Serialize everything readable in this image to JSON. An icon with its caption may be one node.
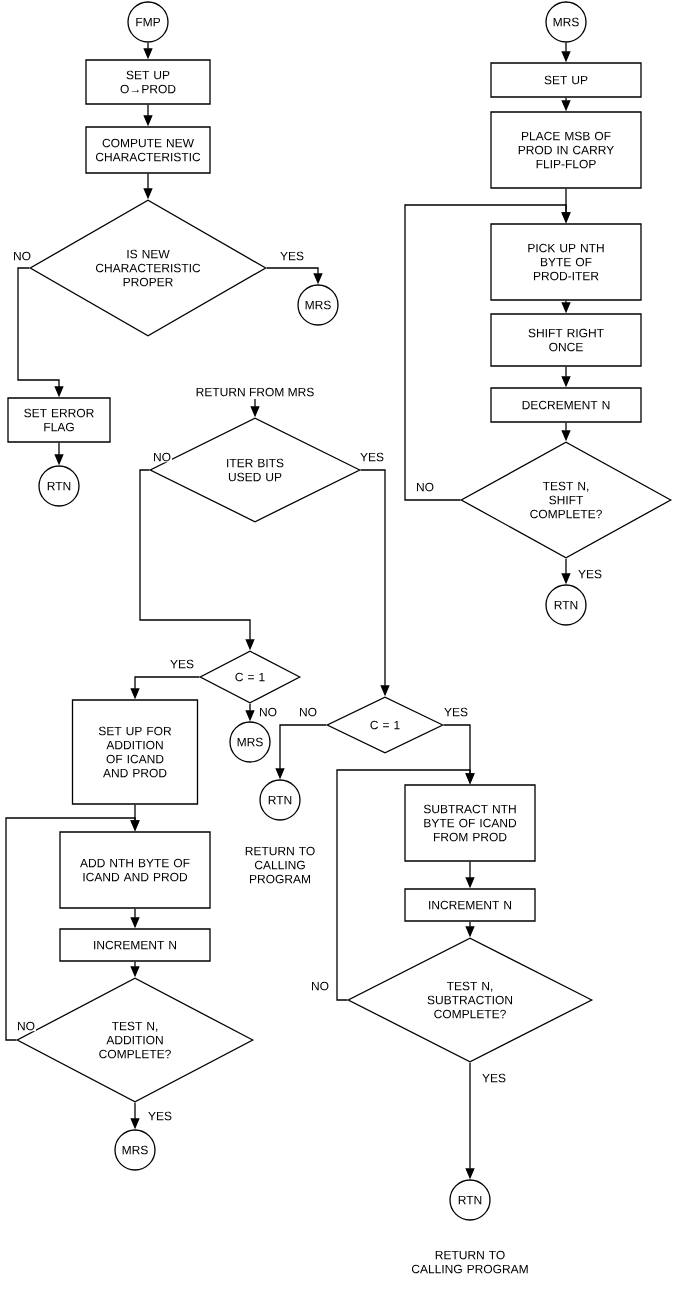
{
  "diagram": {
    "nodes": [
      {
        "text": [
          "FMP"
        ]
      },
      {
        "text": [
          "SET UP O→PROD"
        ]
      },
      {
        "text": [
          "COMPUTE NEW CHARACTERISTIC"
        ]
      },
      {
        "text": [
          "IS NEW CHARACTERISTIC PROPER"
        ]
      },
      {
        "text": [
          "MRS"
        ]
      },
      {
        "text": [
          "SET ERROR FLAG"
        ]
      },
      {
        "text": [
          "RTN"
        ]
      },
      {
        "text": [
          "RETURN FROM MRS"
        ]
      },
      {
        "text": [
          "ITER BITS USED UP"
        ]
      },
      {
        "text": [
          "C = 1"
        ]
      },
      {
        "text": [
          "MRS"
        ]
      },
      {
        "text": [
          "SET UP FOR ADDITION OF ICAND AND PROD"
        ]
      },
      {
        "text": [
          "ADD NTH BYTE OF ICAND AND PROD"
        ]
      },
      {
        "text": [
          "INCREMENT N"
        ]
      },
      {
        "text": [
          "TEST N, ADDITION COMPLETE?"
        ]
      },
      {
        "text": [
          "MRS"
        ]
      },
      {
        "text": [
          "C = 1"
        ]
      },
      {
        "text": [
          "RTN"
        ],
        "beside": [
          "RETURN TO CALLING PROGRAM"
        ]
      },
      {
        "text": [
          "SUBTRACT NTH BYTE OF ICAND FROM PROD"
        ]
      },
      {
        "text": [
          "INCREMENT N"
        ]
      },
      {
        "text": [
          "TEST N, SUBTRACTION COMPLETE?"
        ]
      },
      {
        "text": [
          "RTN"
        ],
        "beside": [
          "RETURN TO CALLING PROGRAM"
        ]
      },
      {
        "text": [
          "MRS"
        ]
      },
      {
        "text": [
          "SET UP"
        ]
      },
      {
        "text": [
          "PLACE MSB OF PROD IN CARRY FLIP-FLOP"
        ]
      },
      {
        "text": [
          "PICK UP NTH BYTE OF PROD-ITER"
        ]
      },
      {
        "text": [
          "SHIFT RIGHT ONCE"
        ]
      },
      {
        "text": [
          "DECREMENT N"
        ]
      },
      {
        "text": [
          "TEST N, SHIFT COMPLETE?"
        ]
      },
      {
        "text": [
          "RTN"
        ]
      }
    ],
    "edges": [
      {
        "from": 0,
        "to": 1,
        "arrow": "to"
      },
      {
        "from": 1,
        "to": 2,
        "arrow": "to"
      },
      {
        "from": 2,
        "to": 3,
        "arrow": "to"
      },
      {
        "from": 3,
        "to": 5,
        "arrow": "to",
        "label": "NO"
      },
      {
        "from": 3,
        "to": 4,
        "arrow": "to",
        "label": "YES"
      },
      {
        "from": 5,
        "to": 6,
        "arrow": "to"
      },
      {
        "from": 7,
        "to": 8,
        "arrow": "to"
      },
      {
        "from": 8,
        "to": 9,
        "arrow": "to",
        "label": "NO"
      },
      {
        "from": 8,
        "to": 16,
        "arrow": "to",
        "label": "YES"
      },
      {
        "from": 9,
        "to": 11,
        "arrow": "to",
        "label": "YES"
      },
      {
        "from": 9,
        "to": 10,
        "arrow": "to",
        "label": "NO"
      },
      {
        "from": 11,
        "to": 12,
        "arrow": "to"
      },
      {
        "from": 12,
        "to": 13,
        "arrow": "to"
      },
      {
        "from": 13,
        "to": 14,
        "arrow": "to"
      },
      {
        "from": 14,
        "to": 12,
        "arrow": "to",
        "label": "NO"
      },
      {
        "from": 14,
        "to": 15,
        "arrow": "to",
        "label": "YES"
      },
      {
        "from": 16,
        "to": 17,
        "arrow": "to",
        "label": "NO"
      },
      {
        "from": 16,
        "to": 18,
        "arrow": "to",
        "label": "YES"
      },
      {
        "from": 18,
        "to": 19,
        "arrow": "to"
      },
      {
        "from": 19,
        "to": 20,
        "arrow": "to"
      },
      {
        "from": 20,
        "to": 18,
        "arrow": "to",
        "label": "NO"
      },
      {
        "from": 20,
        "to": 21,
        "arrow": "to",
        "label": "YES"
      },
      {
        "from": 22,
        "to": 23,
        "arrow": "to"
      },
      {
        "from": 23,
        "to": 24,
        "arrow": "to"
      },
      {
        "from": 24,
        "to": 25,
        "arrow": "to"
      },
      {
        "from": 25,
        "to": 26,
        "arrow": "to"
      },
      {
        "from": 26,
        "to": 27,
        "arrow": "to"
      },
      {
        "from": 27,
        "to": 28,
        "arrow": "to"
      },
      {
        "from": 28,
        "to": 25,
        "arrow": "to",
        "label": "NO"
      },
      {
        "from": 28,
        "to": 29,
        "arrow": "to",
        "label": "YES"
      }
    ]
  }
}
